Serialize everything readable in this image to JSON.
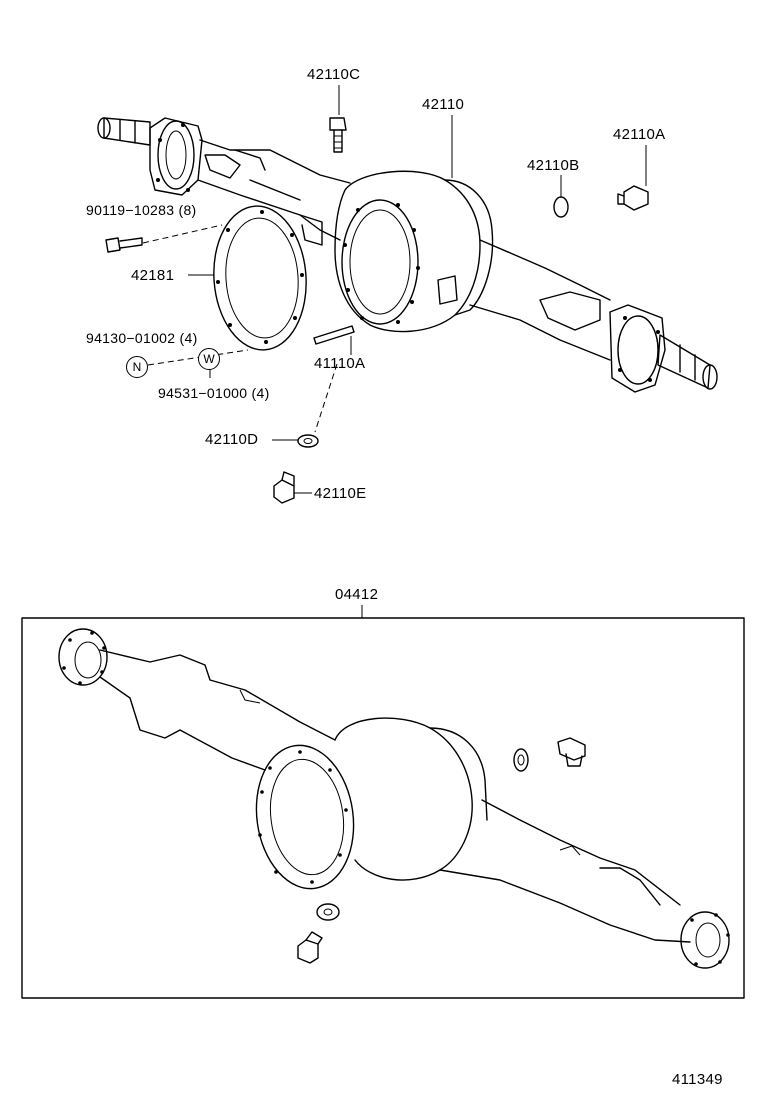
{
  "parts": {
    "p42110C": "42110C",
    "p42110": "42110",
    "p42110A": "42110A",
    "p42110B": "42110B",
    "p90119": "90119−10283 (8)",
    "p42181": "42181",
    "p94130": "94130−01002 (4)",
    "p94531": "94531−01000 (4)",
    "p41110A": "41110A",
    "p42110D": "42110D",
    "p42110E": "42110E",
    "p04412": "04412"
  },
  "symbols": {
    "n": "N",
    "w": "W"
  },
  "figure_id": "411349"
}
